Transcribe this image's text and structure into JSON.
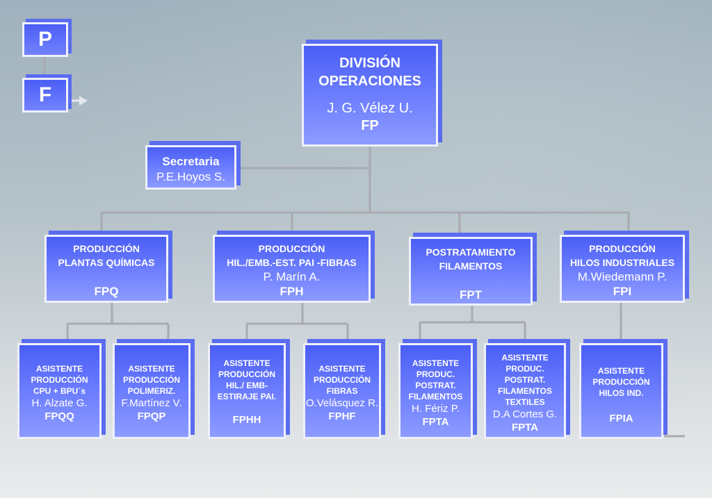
{
  "legend": {
    "p": "P",
    "f": "F"
  },
  "top": {
    "l1": "DIVISIÓN",
    "l2": "OPERACIONES",
    "l3": "J. G. Vélez U.",
    "l4": "FP"
  },
  "secretaria": {
    "l1": "Secretaria",
    "l2": "P.E.Hoyos S."
  },
  "fpq": {
    "l1": "PRODUCCIÓN",
    "l2": "PLANTAS QUÍMICAS",
    "code": "FPQ"
  },
  "fph": {
    "l1": "PRODUCCIÓN",
    "l2": "HIL./EMB.-EST. PAI -FIBRAS",
    "l3": "P. Marín   A.",
    "code": "FPH"
  },
  "fpt": {
    "l1": "POSTRATAMIENTO",
    "l2": "FILAMENTOS",
    "code": "FPT"
  },
  "fpi": {
    "l1": "PRODUCCIÓN",
    "l2": "HILOS INDUSTRIALES",
    "l3": "M.Wiedemann P.",
    "code": "FPI"
  },
  "fpqq": {
    "l1": "ASISTENTE",
    "l2": "PRODUCCIÓN",
    "l3": "CPU + BPU´s",
    "l4": "H. Alzate G.",
    "code": "FPQQ"
  },
  "fpqp": {
    "l1": "ASISTENTE",
    "l2": "PRODUCCIÓN",
    "l3": "POLIMERIZ.",
    "l4": "F.Martínez V.",
    "code": "FPQP"
  },
  "fphh": {
    "l1": "ASISTENTE",
    "l2": "PRODUCCIÓN",
    "l3": "HIL./ EMB-",
    "l4": "ESTIRAJE  PAI.",
    "code": "FPHH"
  },
  "fphf": {
    "l1": "ASISTENTE",
    "l2": "PRODUCCIÓN",
    "l3": "FIBRAS",
    "l4": "O.Velásquez R.",
    "code": "FPHF"
  },
  "fpta1": {
    "l1": "ASISTENTE",
    "l2": "PRODUC.",
    "l3": "POSTRAT.",
    "l4": "FILAMENTOS",
    "l5": "H. Fériz P.",
    "code": "FPTA"
  },
  "fpta2": {
    "l1": "ASISTENTE",
    "l2": "PRODUC.",
    "l3": "POSTRAT.",
    "l4": "FILAMENTOS",
    "l5": "TEXTILES",
    "l6": "D.A Cortes G.",
    "code": "FPTA"
  },
  "fpia": {
    "l1": "ASISTENTE",
    "l2": "PRODUCCIÓN",
    "l3": "HILOS IND.",
    "code": "FPIA"
  }
}
